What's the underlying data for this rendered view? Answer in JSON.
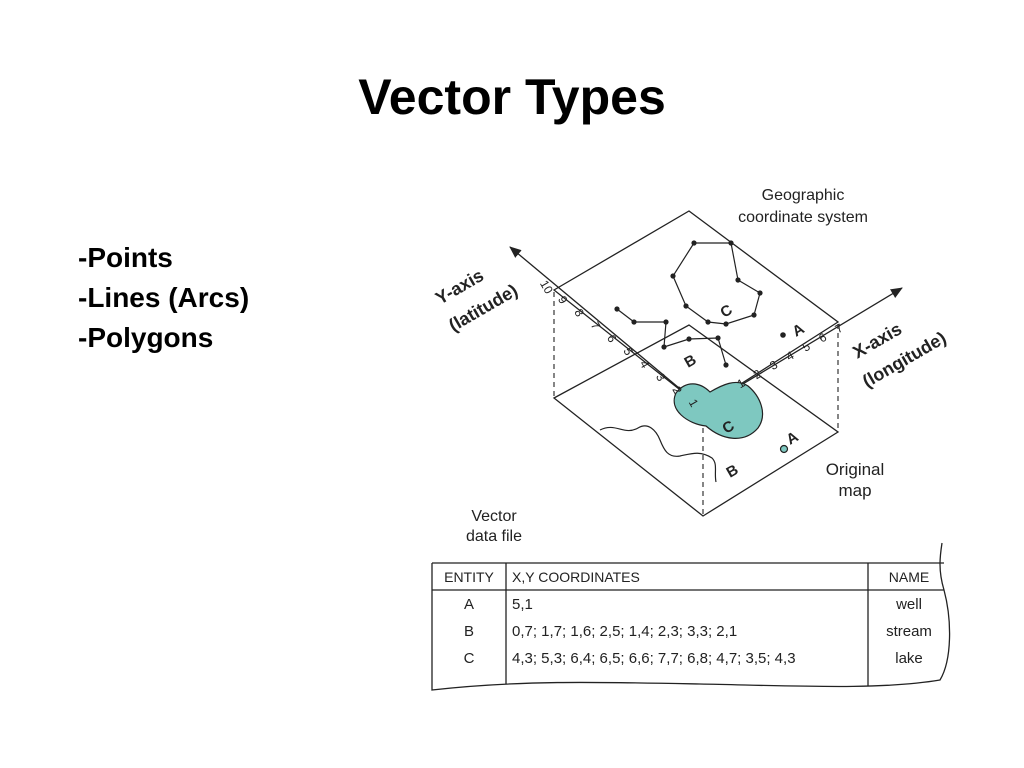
{
  "slide": {
    "title": "Vector Types",
    "bullets": [
      "-Points",
      "-Lines (Arcs)",
      "-Polygons"
    ]
  },
  "diagram": {
    "geo_label": [
      "Geographic",
      "coordinate system"
    ],
    "y_axis_label": [
      "Y-axis",
      "(latitude)"
    ],
    "x_axis_label": [
      "X-axis",
      "(longitude)"
    ],
    "map_label": [
      "Original",
      "map"
    ],
    "file_label": [
      "Vector",
      "data file"
    ],
    "y_ticks": [
      "1",
      "2",
      "3",
      "4",
      "5",
      "6",
      "7",
      "8",
      "9",
      "10"
    ],
    "x_ticks": [
      "1",
      "2",
      "3",
      "4",
      "5",
      "6",
      "7"
    ],
    "feature_labels": {
      "point": "A",
      "line": "B",
      "polygon": "C"
    },
    "colors": {
      "lake_fill": "#7ec8c0",
      "line": "#222222"
    }
  },
  "table": {
    "headers": [
      "ENTITY",
      "X,Y COORDINATES",
      "NAME"
    ],
    "rows": [
      {
        "entity": "A",
        "coords": "5,1",
        "name": "well"
      },
      {
        "entity": "B",
        "coords": "0,7; 1,7; 1,6; 2,5; 1,4; 2,3; 3,3; 2,1",
        "name": "stream"
      },
      {
        "entity": "C",
        "coords": "4,3; 5,3; 6,4; 6,5; 6,6; 7,7; 6,8; 4,7; 3,5; 4,3",
        "name": "lake"
      }
    ]
  }
}
